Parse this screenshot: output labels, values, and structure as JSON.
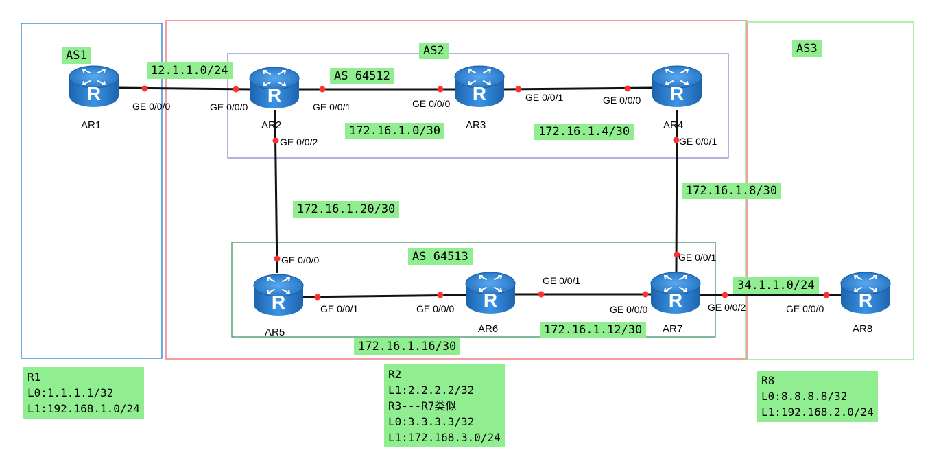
{
  "as_labels": {
    "as1": "AS1",
    "as2": "AS2",
    "as3": "AS3",
    "as64512": "AS 64512",
    "as64513": "AS 64513"
  },
  "subnets": {
    "ar1_ar2": "12.1.1.0/24",
    "ar2_ar3": "172.16.1.0/30",
    "ar3_ar4": "172.16.1.4/30",
    "ar4_ar7": "172.16.1.8/30",
    "ar2_ar5": "172.16.1.20/30",
    "ar5_ar6": "172.16.1.16/30",
    "ar6_ar7": "172.16.1.12/30",
    "ar7_ar8": "34.1.1.0/24"
  },
  "routers": [
    "AR1",
    "AR2",
    "AR3",
    "AR4",
    "AR5",
    "AR6",
    "AR7",
    "AR8"
  ],
  "ports": {
    "ar1_g000": "GE 0/0/0",
    "ar2_g000": "GE 0/0/0",
    "ar2_g001": "GE 0/0/1",
    "ar2_g002": "GE 0/0/2",
    "ar3_g000": "GE 0/0/0",
    "ar3_g001": "GE 0/0/1",
    "ar4_g000": "GE 0/0/0",
    "ar4_g001": "GE 0/0/1",
    "ar5_g000": "GE 0/0/0",
    "ar5_g001": "GE 0/0/1",
    "ar6_g000": "GE 0/0/0",
    "ar6_g001": "GE 0/0/1",
    "ar7_g000": "GE 0/0/0",
    "ar7_g001": "GE 0/0/1",
    "ar7_g002": "GE 0/0/2",
    "ar8_g000": "GE 0/0/0"
  },
  "notes": {
    "r1": [
      "R1",
      "L0:1.1.1.1/32",
      "L1:192.168.1.0/24"
    ],
    "r2": [
      "R2",
      "L1:2.2.2.2/32",
      "R3---R7类似",
      "L0:3.3.3.3/32",
      "L1:172.168.3.0/24"
    ],
    "r8": [
      "R8",
      "L0:8.8.8.8/32",
      "L1:192.168.2.0/24"
    ]
  },
  "colors": {
    "label_bg": "#90ee90",
    "as1_box": "#3c8fdc",
    "as2_box": "#f08080",
    "as3_box": "#90ee90",
    "as64512_box": "#8080c8",
    "as64513_box": "#2e8b57",
    "router_fill": "#2a7fd4",
    "link": "#111111",
    "port_dot": "#ff3030"
  },
  "icons": {
    "router": "router-icon"
  }
}
